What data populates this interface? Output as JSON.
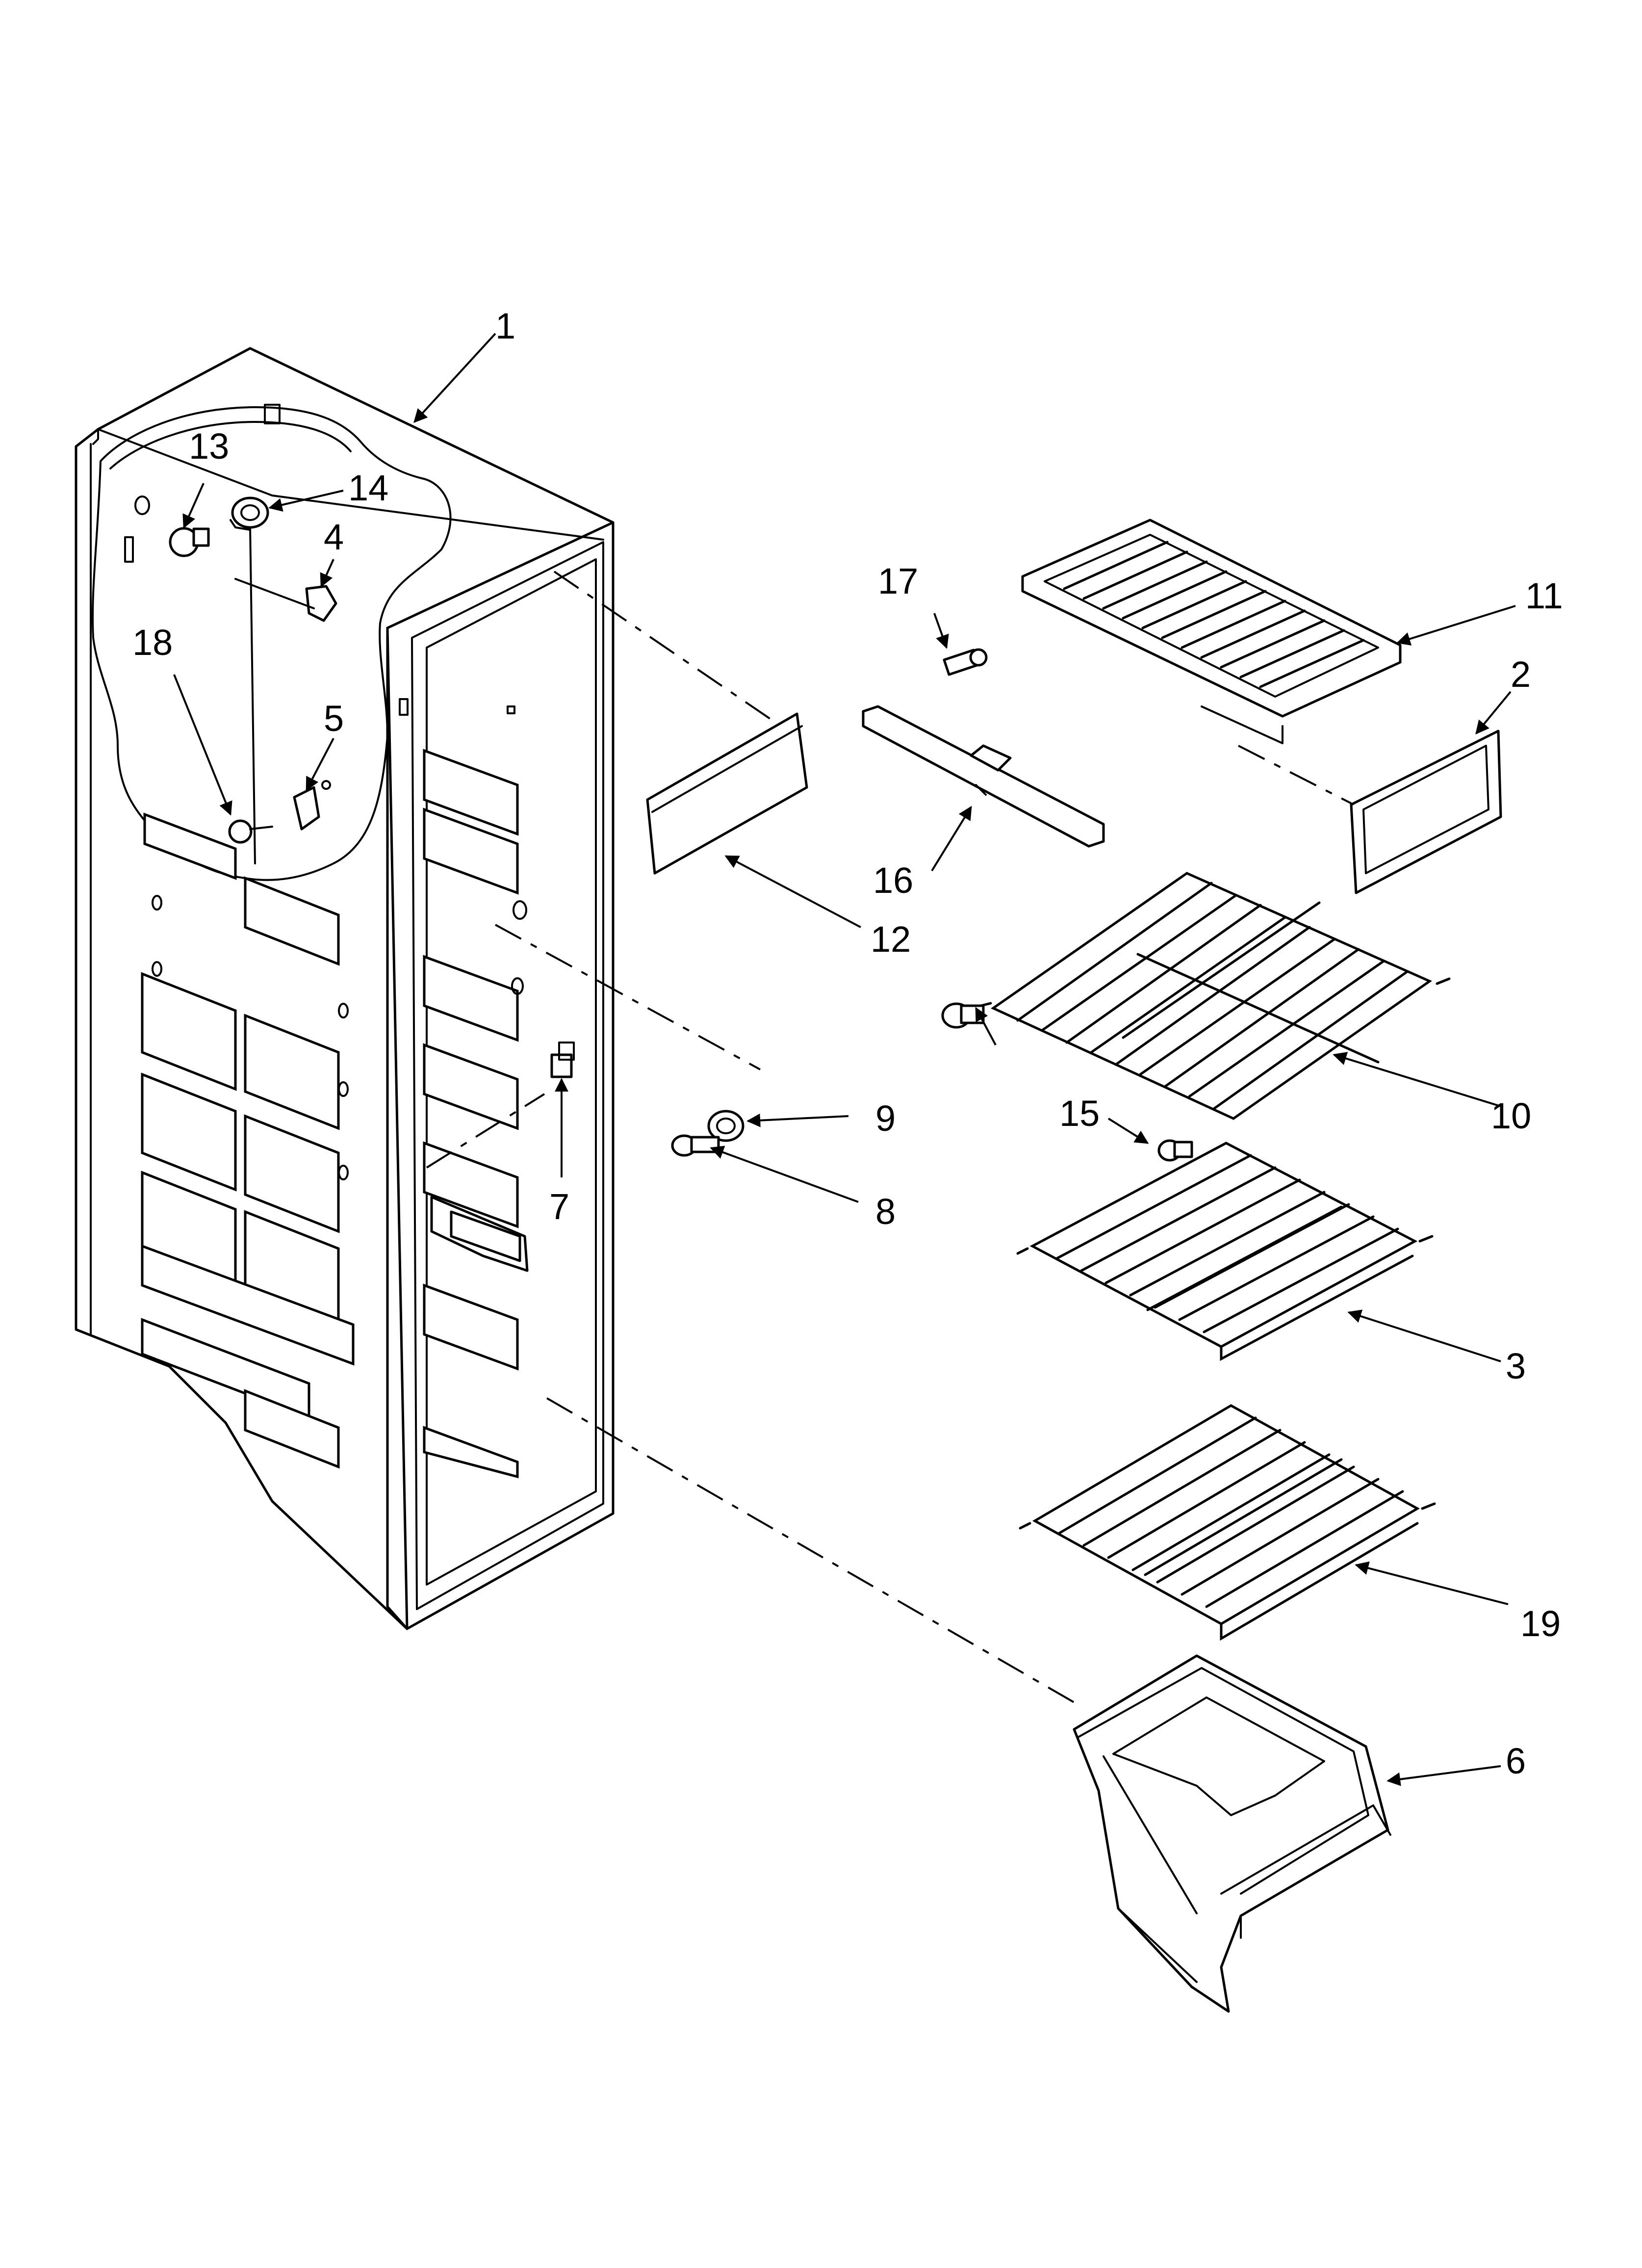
{
  "callouts": [
    {
      "id": "c1",
      "label": "1"
    },
    {
      "id": "c2",
      "label": "2"
    },
    {
      "id": "c3",
      "label": "3"
    },
    {
      "id": "c4",
      "label": "4"
    },
    {
      "id": "c5",
      "label": "5"
    },
    {
      "id": "c6",
      "label": "6"
    },
    {
      "id": "c7",
      "label": "7"
    },
    {
      "id": "c8",
      "label": "8"
    },
    {
      "id": "c9",
      "label": "9"
    },
    {
      "id": "c10",
      "label": "10"
    },
    {
      "id": "c11",
      "label": "11"
    },
    {
      "id": "c12",
      "label": "12"
    },
    {
      "id": "c13",
      "label": "13"
    },
    {
      "id": "c14",
      "label": "14"
    },
    {
      "id": "c15",
      "label": "15"
    },
    {
      "id": "c16",
      "label": "16"
    },
    {
      "id": "c17",
      "label": "17"
    },
    {
      "id": "c18",
      "label": "18"
    },
    {
      "id": "c19",
      "label": "19"
    }
  ],
  "colors": {
    "line": "#000000",
    "background": "#ffffff"
  }
}
